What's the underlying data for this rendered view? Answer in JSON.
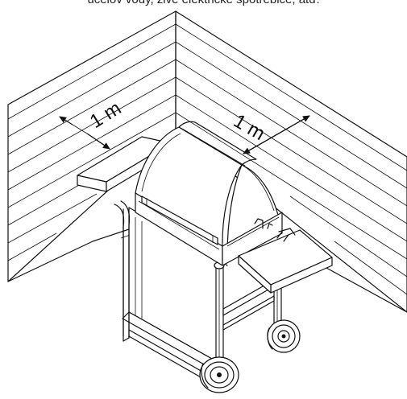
{
  "header_fragment": "účelov vody, živé elektrické spotrebiče, atď.",
  "labels": {
    "left_distance": "1 m",
    "right_distance": "1 m"
  },
  "colors": {
    "line": "#111111",
    "background": "#ffffff"
  }
}
